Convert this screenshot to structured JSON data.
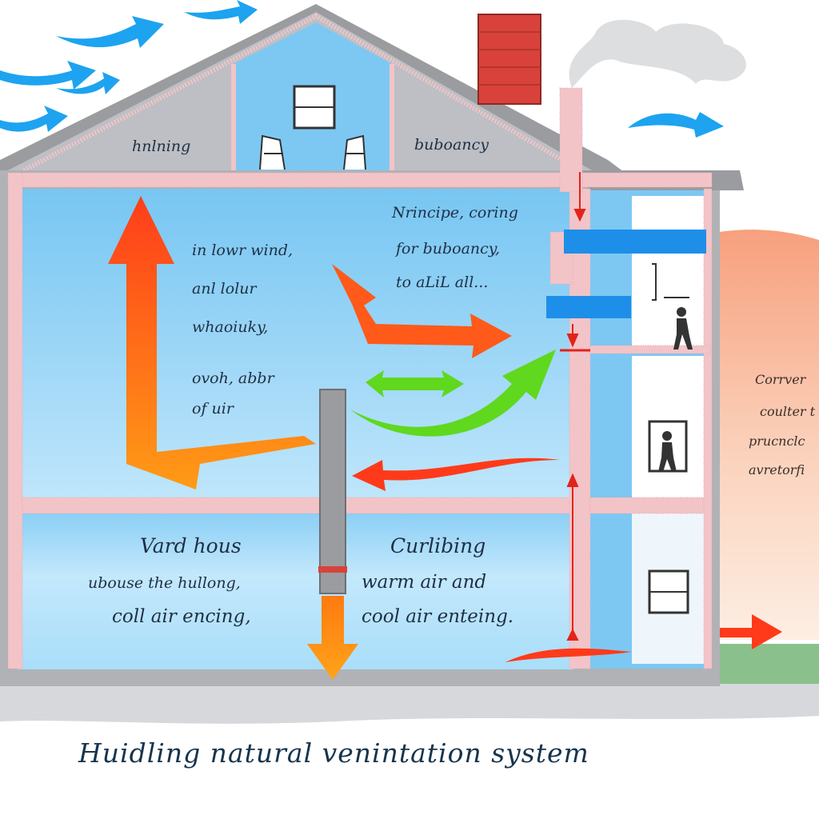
{
  "labels": {
    "attic_left": "hnlning",
    "attic_right": "buboancy",
    "left_1": "in lowr wind,",
    "left_2": "anl lolur",
    "left_3": "whaoiuky,",
    "left_4": "ovoh, abbr",
    "left_5": "of uir",
    "mid_1": "Nrincipe, coring",
    "mid_2": "for buboancy,",
    "mid_3": "to aLiL all...",
    "low_left_1": "Vard hous",
    "low_left_2": "ubouse the hullong,",
    "low_left_3": "coll air encing,",
    "low_right_1": "Curlibing",
    "low_right_2": "warm air and",
    "low_right_3": "cool air enteing.",
    "side_1": "Corrver",
    "side_2": "coulter t",
    "side_3": "prucnclc",
    "side_4": "avretorfi",
    "title": "Huidling natural venintation system"
  },
  "colors": {
    "wall_fill": "#7cc8f3",
    "wall_light": "#bde5fb",
    "attic_gray": "#bdbfc4",
    "roof_gray": "#9a9c9f",
    "frame_pink": "#f2c4c8",
    "warm_arrow": "#ff4a1c",
    "orange_arrow": "#ff8a12",
    "green_arrow": "#5fd81e",
    "wind_blue": "#1da3f0",
    "chimney_red": "#d8423a"
  },
  "icons": [
    "wind-arrow-icon",
    "smoke-icon",
    "chair-icon",
    "window-icon",
    "person-icon",
    "door-icon",
    "chimney-icon"
  ]
}
